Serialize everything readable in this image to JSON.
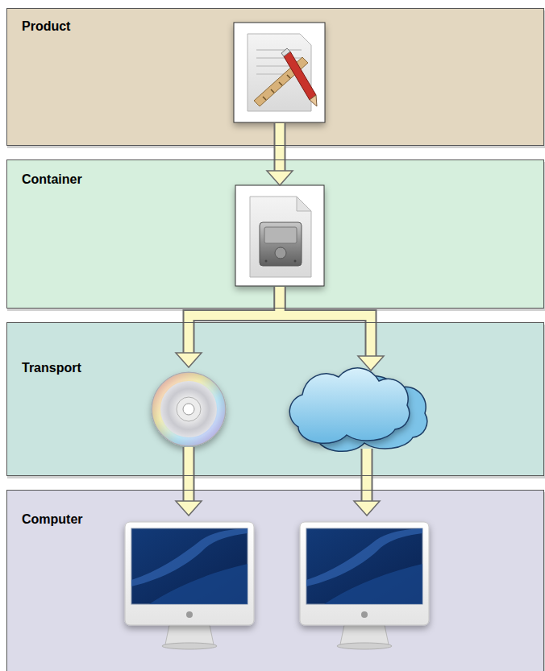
{
  "diagram": {
    "nodes": [
      {
        "text": [
          "Product"
        ]
      },
      {
        "text": [
          "Container"
        ]
      },
      {
        "text": [
          "Transport"
        ]
      },
      {
        "text": [
          "Computer"
        ]
      }
    ],
    "edges": [
      {
        "from": 0,
        "to": 1,
        "arrow": "to"
      },
      {
        "from": 1,
        "to": 2,
        "arrow": "to"
      },
      {
        "from": 2,
        "to": 3,
        "arrow": "to"
      },
      {
        "from": 2,
        "to": 3,
        "arrow": "to"
      }
    ]
  }
}
